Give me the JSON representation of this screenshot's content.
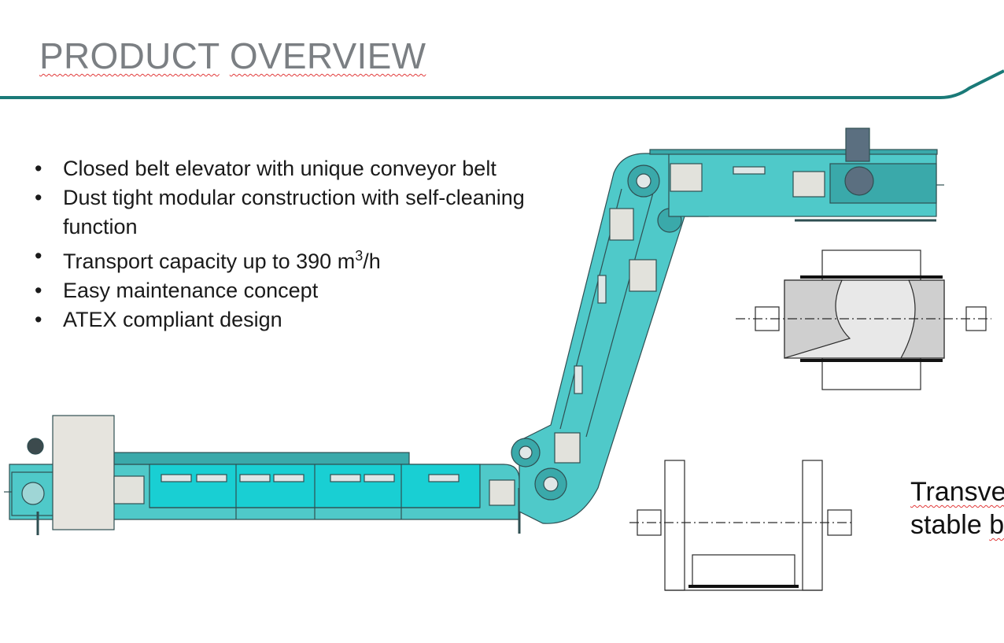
{
  "slide": {
    "title_words": [
      "PRODUCT",
      "OVERVIEW"
    ],
    "accent_color": "#1a7a78",
    "conveyor_fill": "#4fc9c9",
    "bullets": [
      {
        "text": "Closed belt elevator with unique conveyor belt"
      },
      {
        "text": "Dust tight modular construction with self-cleaning function"
      },
      {
        "text": "Transport capacity up to 390 m",
        "sup": "3",
        "tail": "/h"
      },
      {
        "text": "Easy maintenance concept"
      },
      {
        "text": "ATEX compliant design"
      }
    ],
    "bullet_glyph": "•",
    "side_text": {
      "line1": "Transve",
      "line2_a": "stable",
      "line2_b": "b"
    }
  }
}
